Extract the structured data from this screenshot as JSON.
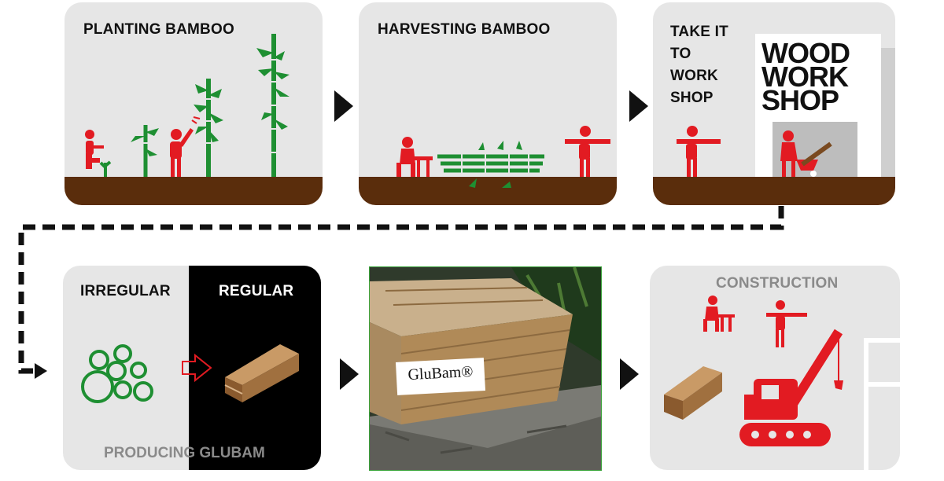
{
  "panels": {
    "planting": {
      "title": "PLANTING BAMBOO"
    },
    "harvesting": {
      "title": "HARVESTING BAMBOO"
    },
    "workshop": {
      "title_lines": [
        "TAKE IT",
        "TO",
        "WORK",
        "SHOP"
      ],
      "sign_lines": [
        "WOOD",
        "WORK",
        "SHOP"
      ]
    },
    "producing": {
      "left_label": "IRREGULAR",
      "right_label": "REGULAR",
      "caption": "PRODUCING GLUBAM"
    },
    "photo": {
      "label": "GluBam®"
    },
    "construction": {
      "title": "CONSTRUCTION"
    }
  },
  "colors": {
    "panel": "#e6e6e6",
    "ground": "#5a2d0c",
    "figure": "#e21b22",
    "bamboo": "#1e8f32",
    "dark": "#111111",
    "caption_gray": "#8a8a8a",
    "wood": "#a0703f"
  }
}
